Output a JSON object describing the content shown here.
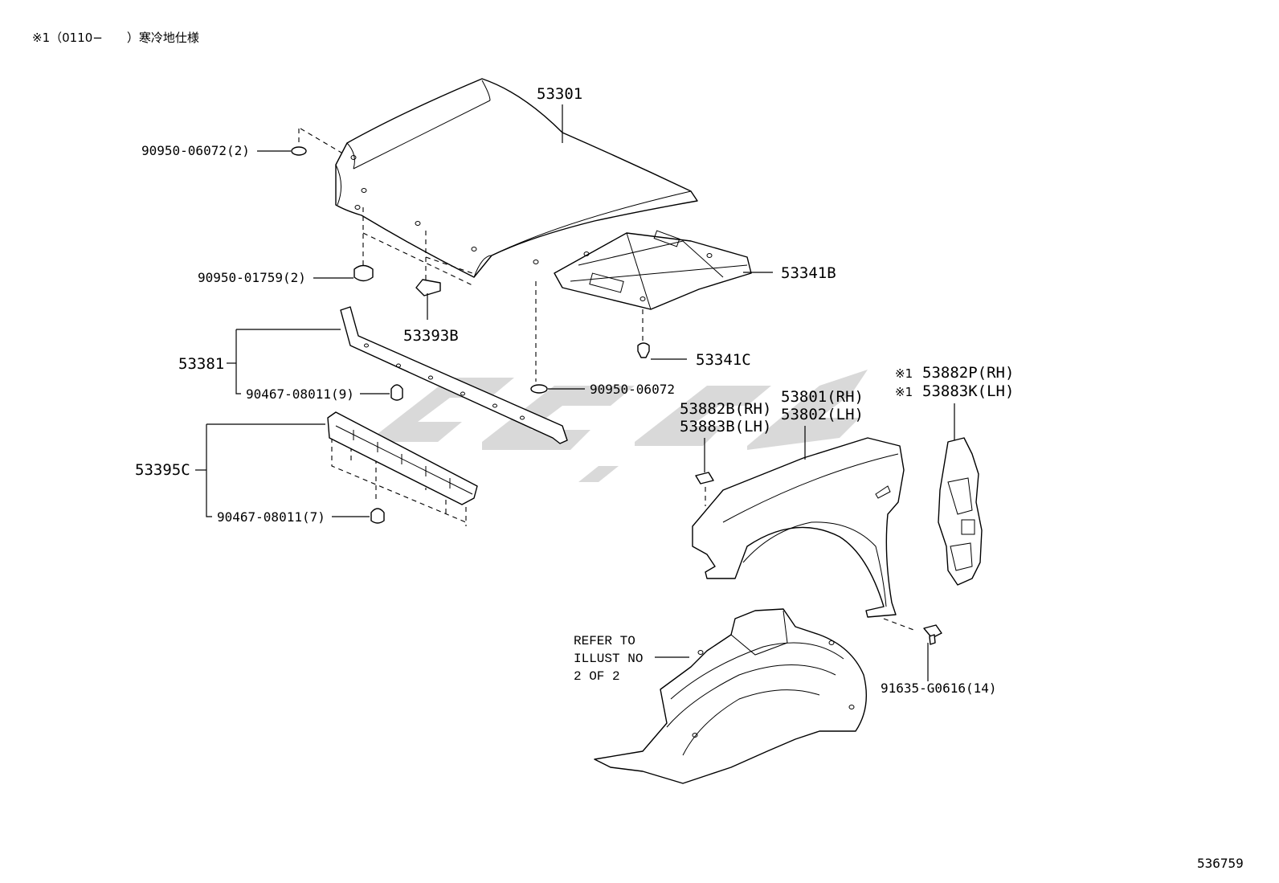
{
  "header": {
    "note": "※1（0110−　　）寒冷地仕様"
  },
  "footer": {
    "illustration_number": "536759"
  },
  "labels": {
    "hood": "53301",
    "hood_cushion_plug": "90950-06072(2)",
    "hood_bumper": "90950-01759(2)",
    "hood_retainer": "53393B",
    "hood_insulator": "53341B",
    "insulator_clip": "53341C",
    "hole_plug": "90950-06072",
    "hood_seal": "53381",
    "seal_clip": "90467-08011(9)",
    "grille_seal": "53395C",
    "grille_clip": "90467-08011(7)",
    "fender_pad_rh": "53882B(RH)",
    "fender_pad_lh": "53883B(LH)",
    "fender_rh": "53801(RH)",
    "fender_lh": "53802(LH)",
    "fender_seal_rh": "53882P(RH)",
    "fender_seal_lh": "53883K(LH)",
    "seal_note_mark_1": "※1",
    "seal_note_mark_2": "※1",
    "fender_bolt": "91635-G0616(14)",
    "refer_line1": "REFER TO",
    "refer_line2": "ILLUST NO",
    "refer_line3": "2 OF 2"
  },
  "colors": {
    "line": "#000000",
    "watermark": "#b9b9b9",
    "background": "#ffffff"
  }
}
